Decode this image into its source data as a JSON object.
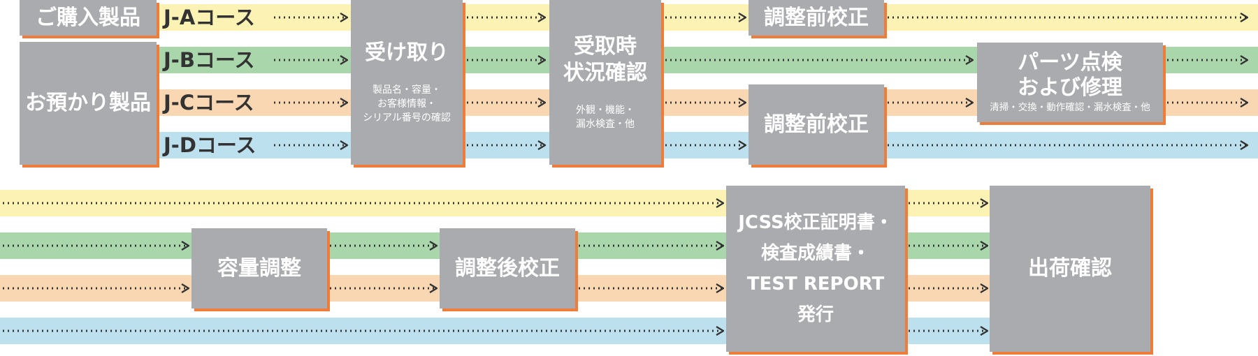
{
  "intake": {
    "purchased": "ご購入製品",
    "deposited": "お預かり製品"
  },
  "courses": [
    "J-Aコース",
    "J-Bコース",
    "J-Cコース",
    "J-Dコース"
  ],
  "steps": {
    "receive": {
      "title": "受け取り",
      "detail": [
        "製品名・容量・",
        "お客様情報・",
        "シリアル番号の確認"
      ]
    },
    "inspect": {
      "title": [
        "受取時",
        "状況確認"
      ],
      "detail": [
        "外観・機能・",
        "漏水検査・他"
      ]
    },
    "precal_a": "調整前校正",
    "precal_cd": "調整前校正",
    "repair": {
      "title": [
        "パーツ点検",
        "および修理"
      ],
      "detail": "清掃・交換・動作確認・漏水検査・他"
    },
    "capacity": "容量調整",
    "postcal": "調整後校正",
    "certificate": [
      "JCSS校正証明書・",
      "検査成績書・",
      "TEST REPORT",
      "発行"
    ],
    "shipping": "出荷確認"
  },
  "colors": {
    "lane_a": "#fcf2b4",
    "lane_b": "#a9d6aa",
    "lane_c": "#f9d7b3",
    "lane_d": "#bde0ee",
    "box": "#aaabae",
    "box_shadow": "#ee7d3b",
    "arrow": "#333333"
  }
}
